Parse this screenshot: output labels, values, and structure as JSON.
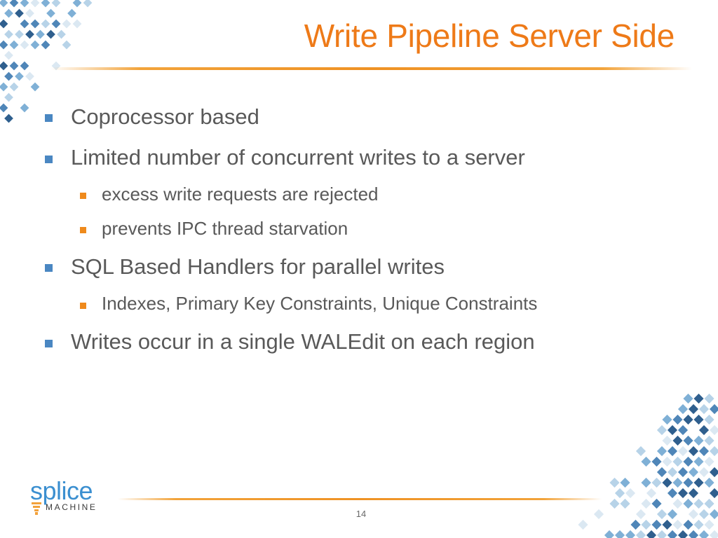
{
  "slide": {
    "title": "Write Pipeline Server Side",
    "bullets": [
      {
        "text": "Coprocessor based",
        "children": []
      },
      {
        "text": "Limited number of concurrent writes to a server",
        "children": [
          {
            "text": "excess write requests are rejected"
          },
          {
            "text": "prevents IPC thread starvation"
          }
        ]
      },
      {
        "text": "SQL Based Handlers for parallel writes",
        "children": [
          {
            "text": "Indexes, Primary Key Constraints, Unique Constraints"
          }
        ]
      },
      {
        "text": "Writes occur in a single WALEdit on each region",
        "children": []
      }
    ],
    "page_number": "14"
  },
  "logo": {
    "name": "splice",
    "tagline": "MACHINE",
    "icon": "splice-machine-logo"
  },
  "colors": {
    "title": "#ee7a18",
    "body_text": "#595959",
    "bullet_level1": "#4a87c2",
    "bullet_level2": "#ef8a1c",
    "rule": "#ef9224",
    "logo_blue": "#3b8fd0",
    "logo_orange": "#f2a13a",
    "deco_palette": [
      "#2f5f8e",
      "#4f86b8",
      "#7fb0d6",
      "#b7d3e8",
      "#dbe8f2"
    ]
  },
  "decoration": {
    "icon": "diamond-mosaic-pattern"
  }
}
